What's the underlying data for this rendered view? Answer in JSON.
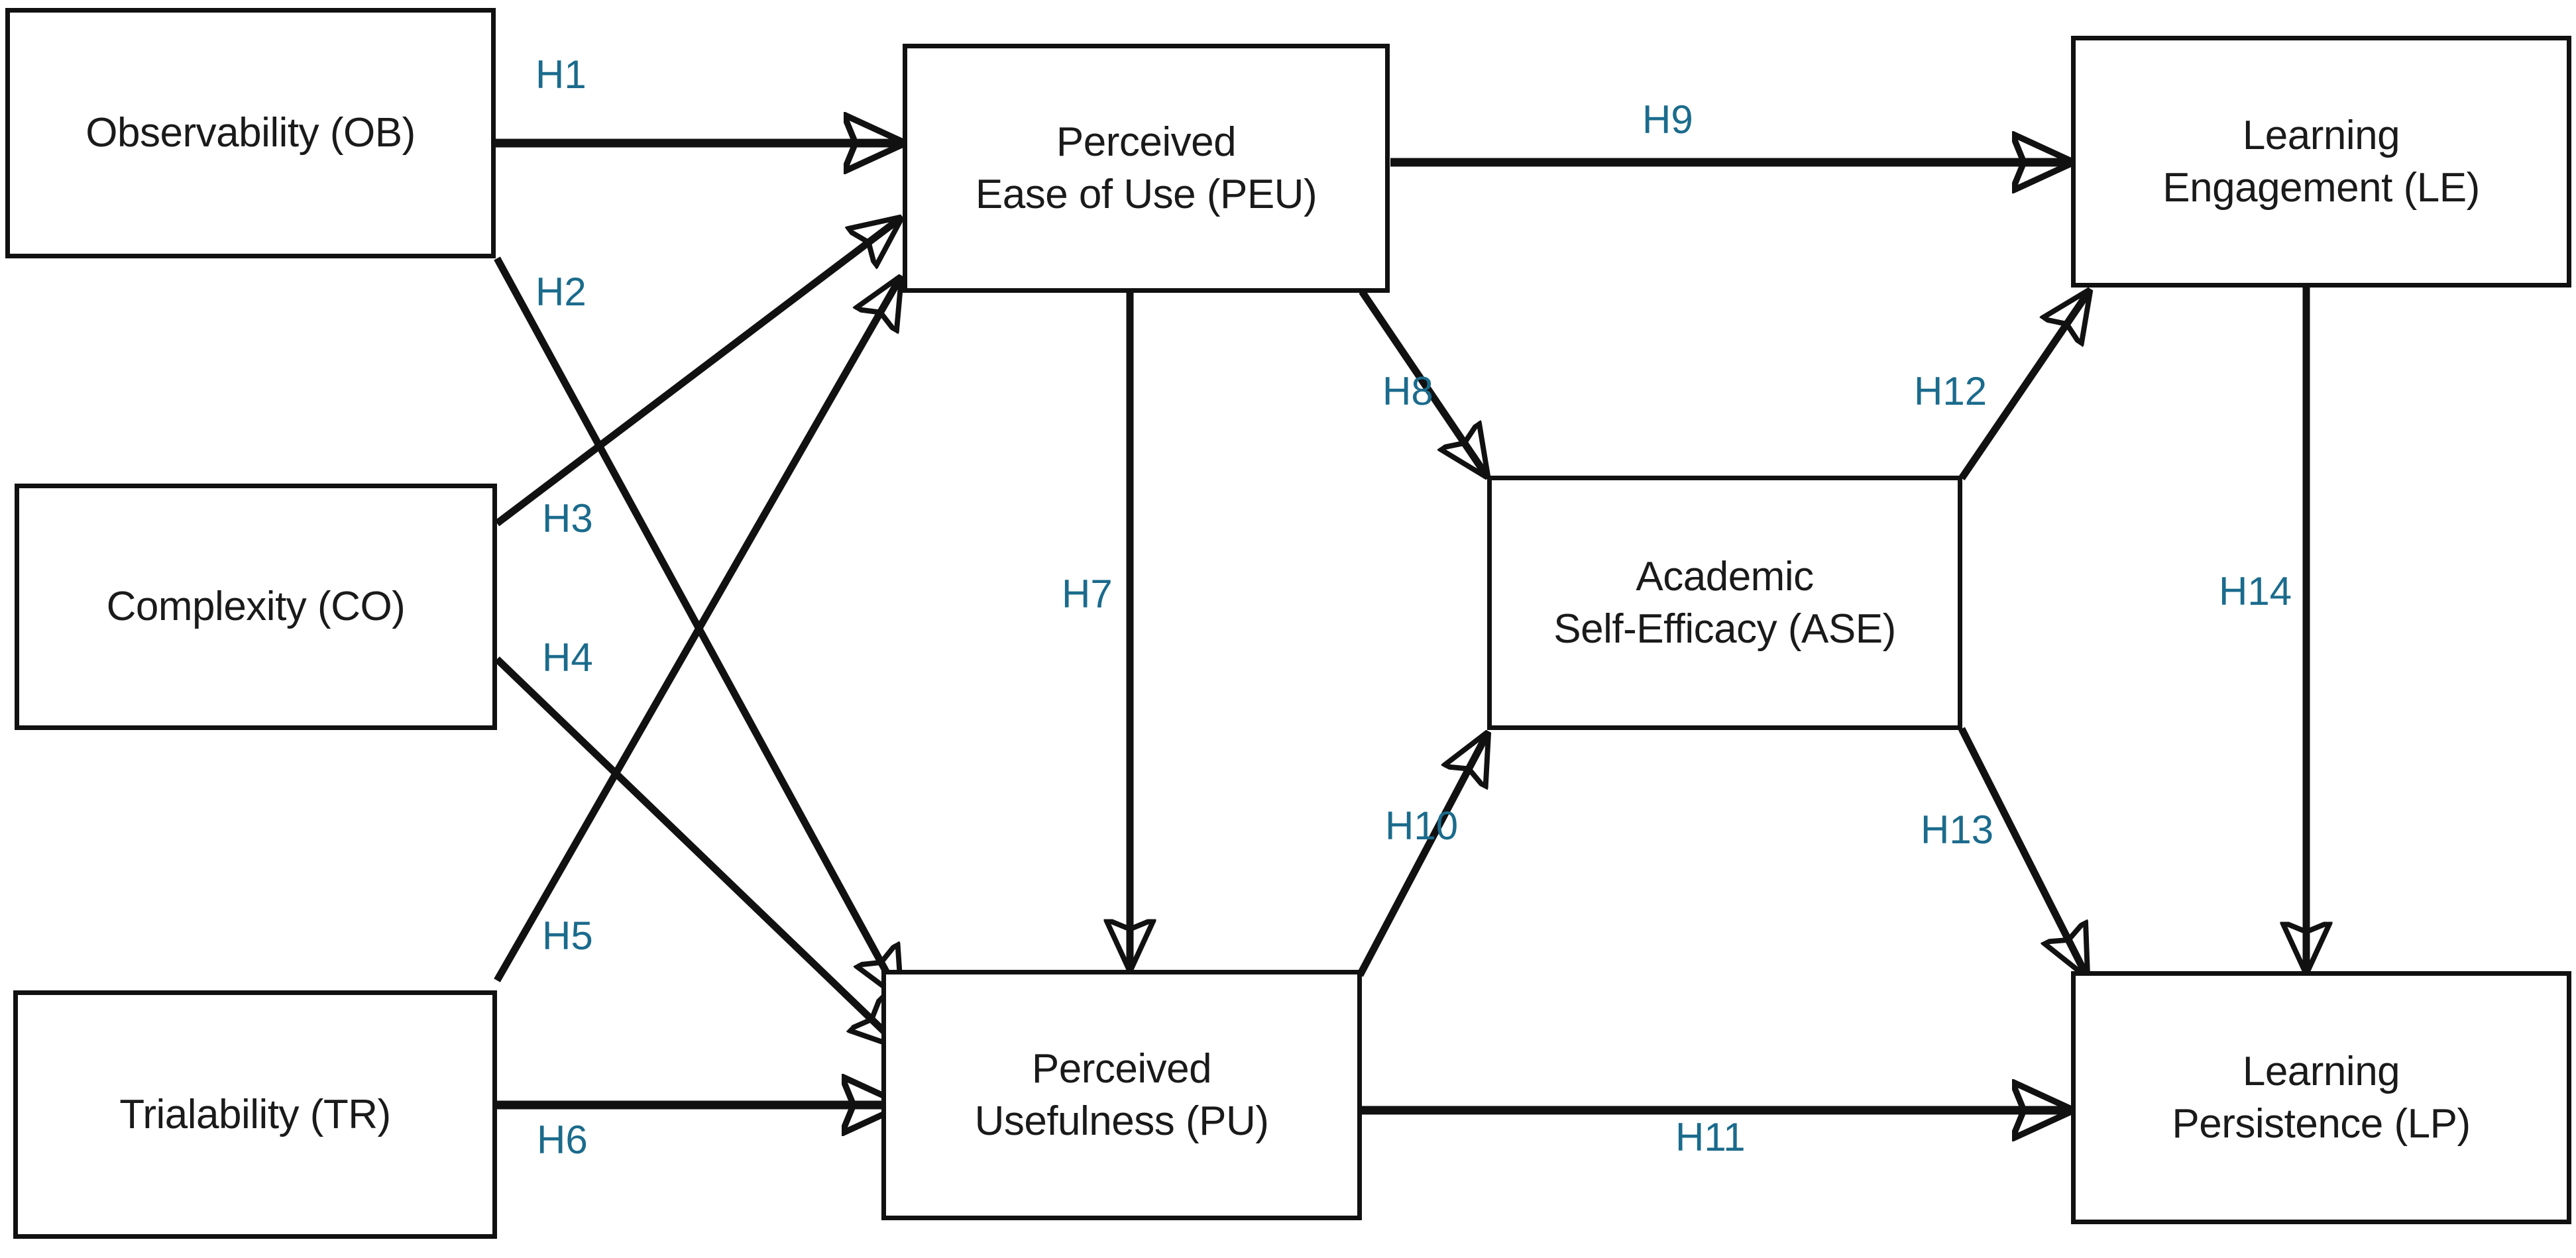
{
  "diagram": {
    "type": "research-model-path-diagram",
    "title": "",
    "accent_color": "#1b6b8c",
    "line_color": "#111111",
    "background": "#ffffff",
    "nodes": [
      {
        "id": "OB",
        "label": "Observability (OB)",
        "column": "left",
        "row": 1
      },
      {
        "id": "CO",
        "label": "Complexity (CO)",
        "column": "left",
        "row": 2
      },
      {
        "id": "TR",
        "label": "Trialability (TR)",
        "column": "left",
        "row": 3
      },
      {
        "id": "PEU",
        "label": "Perceived\nEase of Use (PEU)",
        "column": "center",
        "row": 1
      },
      {
        "id": "PU",
        "label": "Perceived\nUsefulness (PU)",
        "column": "center",
        "row": 3
      },
      {
        "id": "ASE",
        "label": "Academic\nSelf-Efficacy (ASE)",
        "column": "middle",
        "row": 2
      },
      {
        "id": "LE",
        "label": "Learning\nEngagement (LE)",
        "column": "right",
        "row": 1
      },
      {
        "id": "LP",
        "label": "Learning\nPersistence (LP)",
        "column": "right",
        "row": 3
      }
    ],
    "hypotheses": [
      {
        "id": "H1",
        "label": "H1",
        "from": "OB",
        "to": "PEU"
      },
      {
        "id": "H2",
        "label": "H2",
        "from": "OB",
        "to": "PU"
      },
      {
        "id": "H3",
        "label": "H3",
        "from": "CO",
        "to": "PEU"
      },
      {
        "id": "H4",
        "label": "H4",
        "from": "CO",
        "to": "PU"
      },
      {
        "id": "H5",
        "label": "H5",
        "from": "TR",
        "to": "PEU"
      },
      {
        "id": "H6",
        "label": "H6",
        "from": "TR",
        "to": "PU"
      },
      {
        "id": "H7",
        "label": "H7",
        "from": "PEU",
        "to": "PU"
      },
      {
        "id": "H8",
        "label": "H8",
        "from": "PEU",
        "to": "ASE"
      },
      {
        "id": "H9",
        "label": "H9",
        "from": "PEU",
        "to": "LE"
      },
      {
        "id": "H10",
        "label": "H10",
        "from": "PU",
        "to": "ASE"
      },
      {
        "id": "H11",
        "label": "H11",
        "from": "PU",
        "to": "LP"
      },
      {
        "id": "H12",
        "label": "H12",
        "from": "ASE",
        "to": "LE"
      },
      {
        "id": "H13",
        "label": "H13",
        "from": "ASE",
        "to": "LP"
      },
      {
        "id": "H14",
        "label": "H14",
        "from": "LE",
        "to": "LP"
      }
    ]
  }
}
